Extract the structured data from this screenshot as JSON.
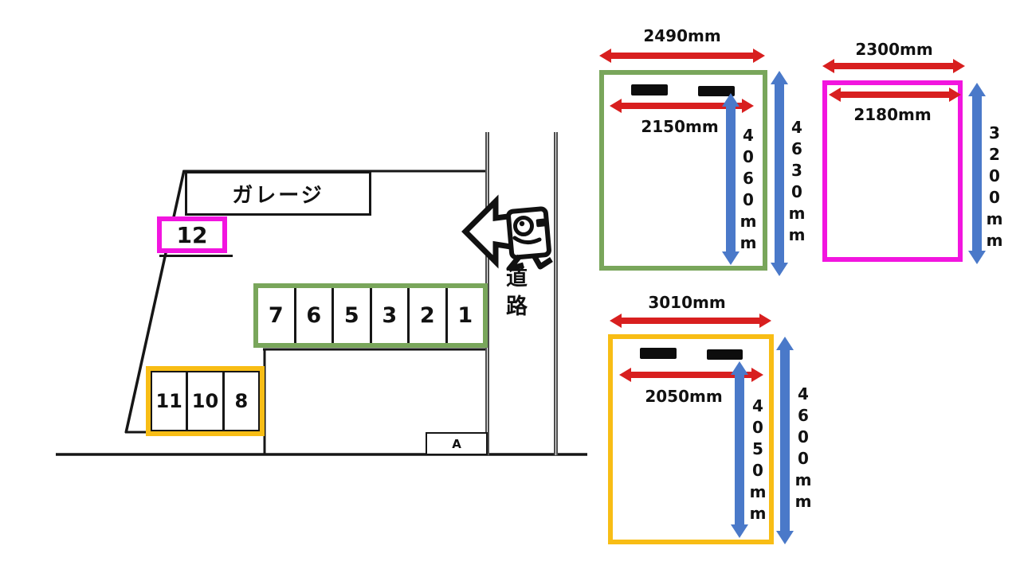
{
  "site_map": {
    "garage_label": "ガレージ",
    "road_label": "道路",
    "marker_label": "A",
    "spot_12": "12",
    "green_row_spots": [
      "7",
      "6",
      "5",
      "3",
      "2",
      "1"
    ],
    "orange_row_spots": [
      "11",
      "10",
      "8"
    ]
  },
  "dimensions": {
    "green_space": {
      "outer_width": "2490mm",
      "inner_width": "2150mm",
      "inner_height": "4060mm",
      "outer_height": "4630mm"
    },
    "magenta_space": {
      "outer_width": "2300mm",
      "inner_width": "2180mm",
      "outer_height": "3200mm"
    },
    "orange_space": {
      "outer_width": "3010mm",
      "inner_width": "2050mm",
      "inner_height": "4050mm",
      "outer_height": "4600mm"
    }
  },
  "colors": {
    "green": "#79a65b",
    "magenta": "#f215df",
    "orange": "#f8bd15",
    "red": "#d81f1f",
    "blue": "#4a79c9"
  }
}
